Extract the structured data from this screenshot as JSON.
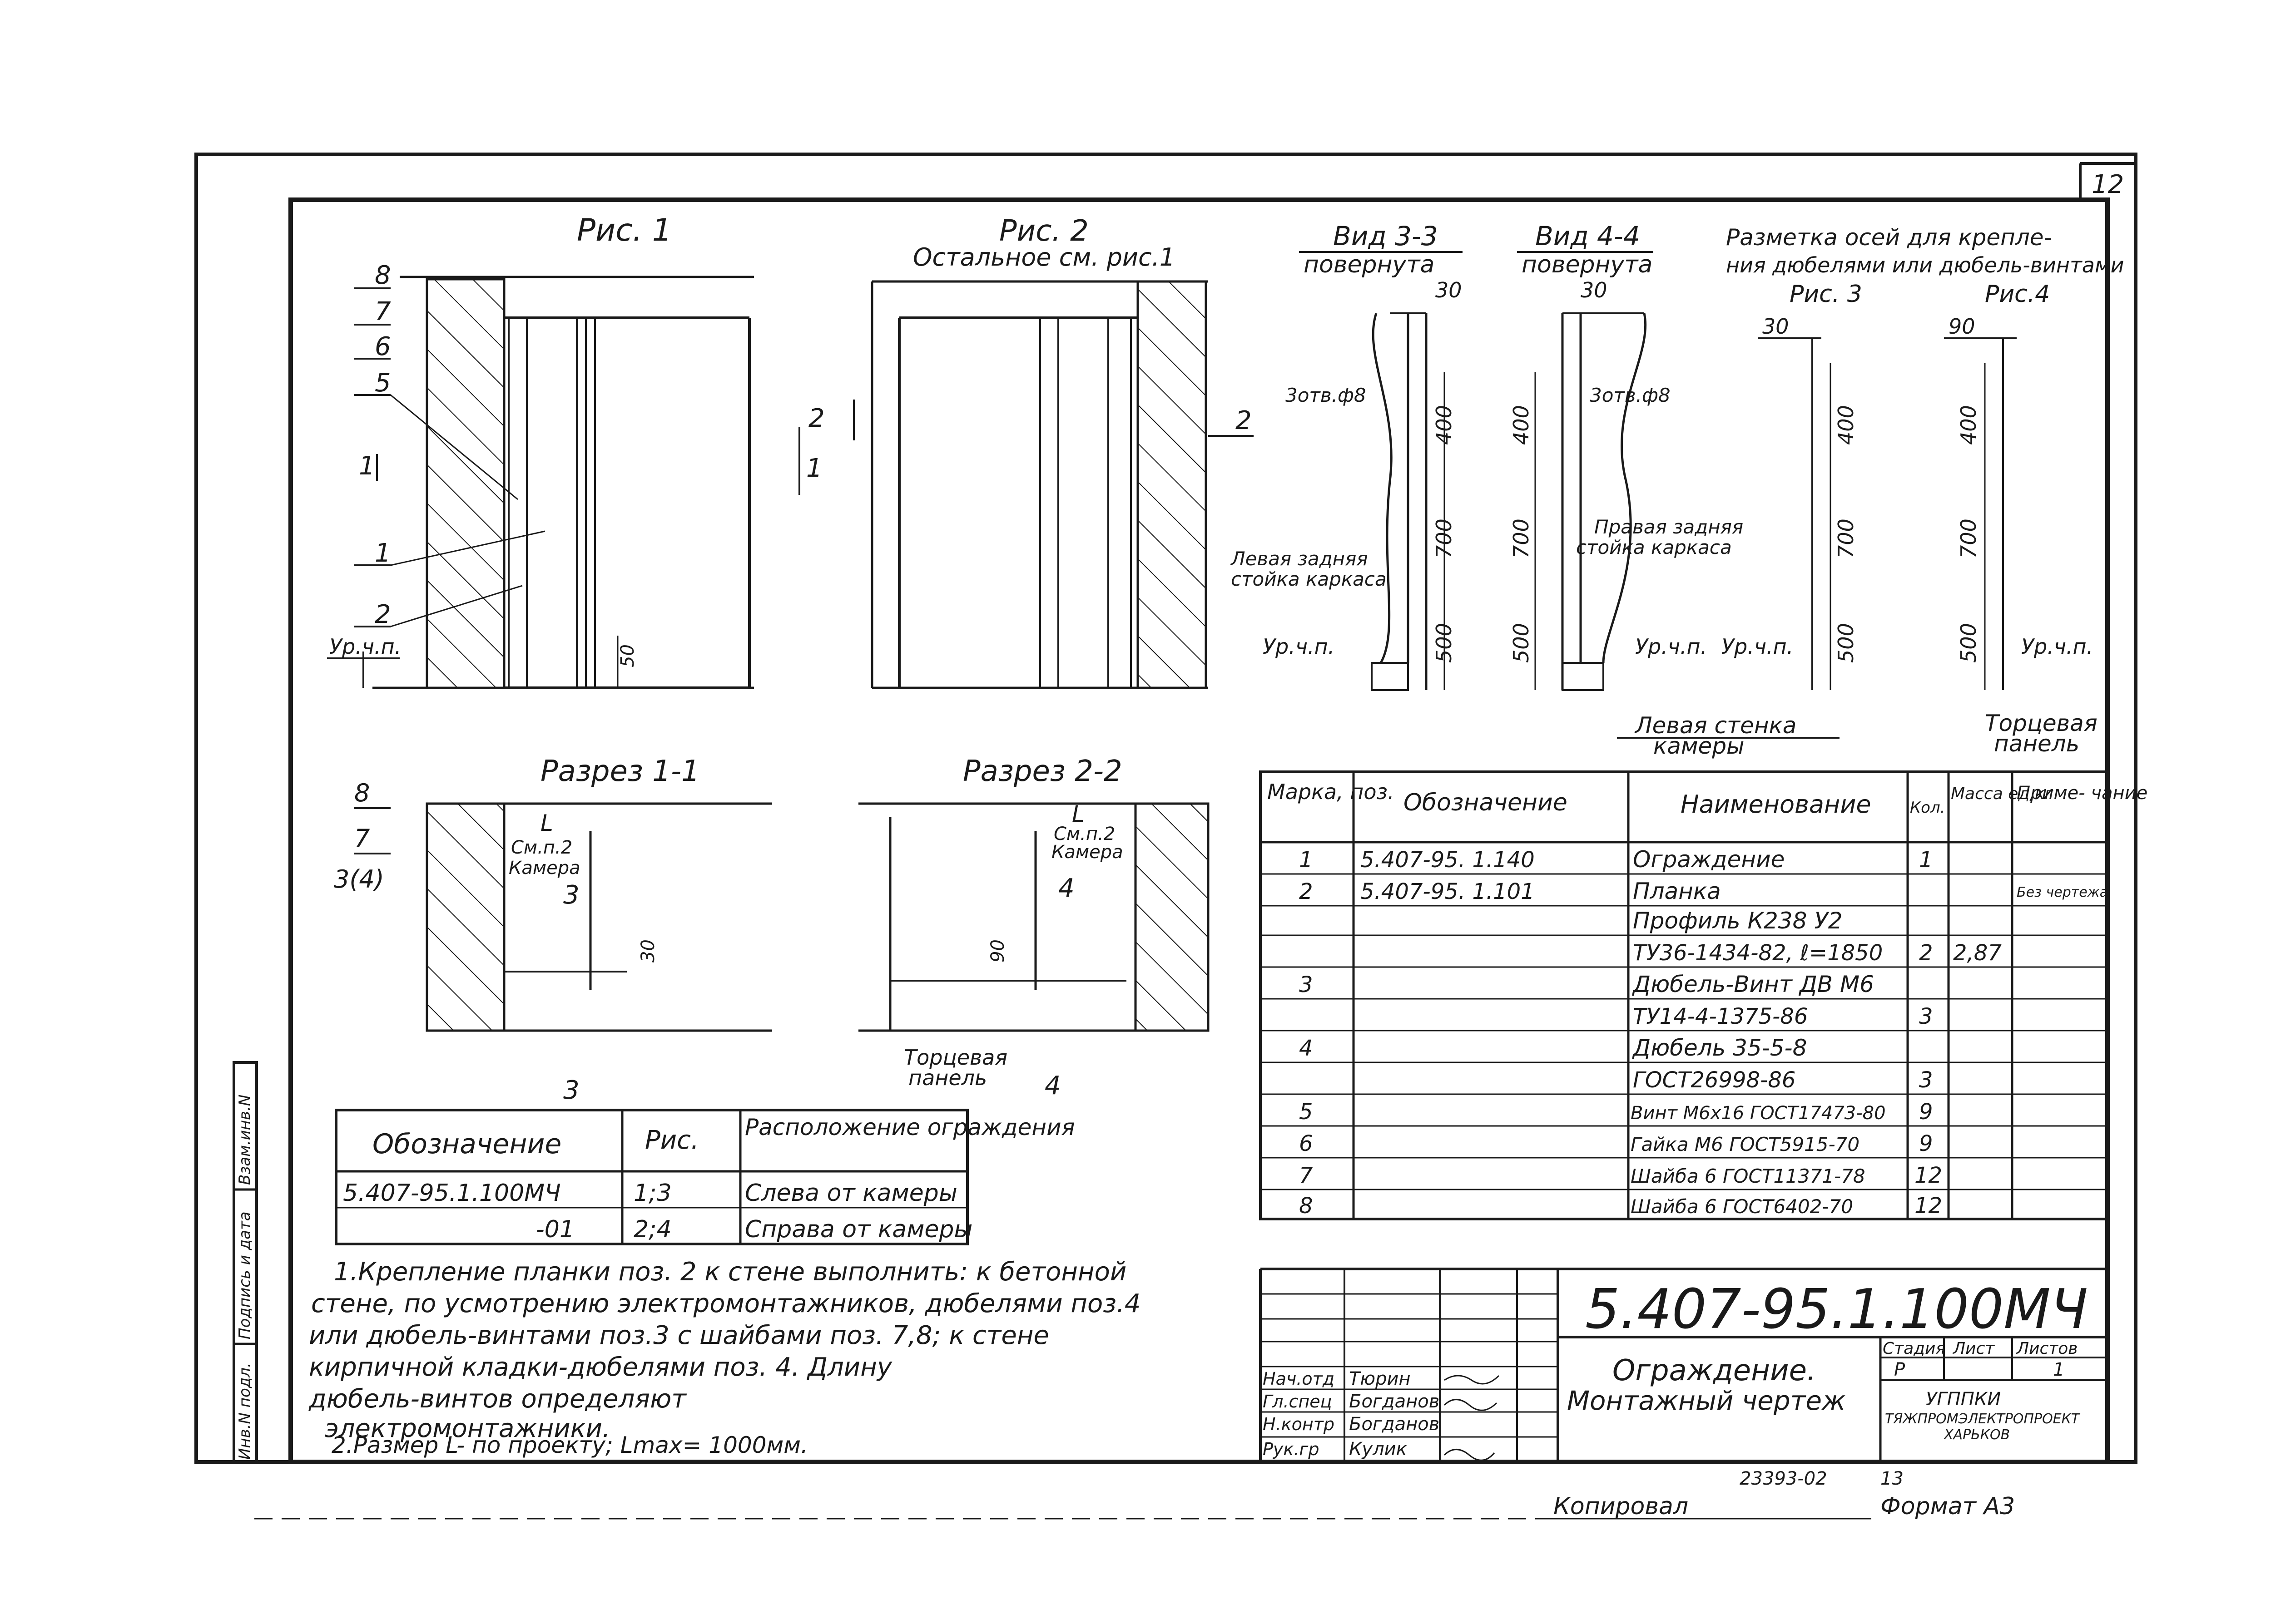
{
  "sheet_number": "12",
  "figures": {
    "fig1": {
      "title": "Рис. 1"
    },
    "fig2": {
      "title": "Рис. 2",
      "subtitle": "Остальное см. рис.1"
    },
    "view33": {
      "title": "Вид 3-3",
      "subtitle": "повернута"
    },
    "view44": {
      "title": "Вид 4-4",
      "subtitle": "повернута"
    },
    "markup": {
      "title_line1": "Разметка осей для крепле-",
      "title_line2": "ния дюбелями или дюбель-винтами"
    },
    "fig3": {
      "title": "Рис. 3"
    },
    "fig4": {
      "title": "Рис.4"
    },
    "sec11": {
      "title": "Разрез 1-1"
    },
    "sec22": {
      "title": "Разрез 2-2"
    }
  },
  "labels": {
    "positions": [
      "8",
      "7",
      "6",
      "5",
      "1",
      "2"
    ],
    "floor_level": "Ур.ч.п.",
    "dim_50": "50",
    "dim_30": "30",
    "dim_90": "90",
    "dim_400": "400",
    "dim_700": "700",
    "dim_500": "500",
    "holes_d8": "3отв.ф8",
    "left_post_line1": "Левая задняя",
    "left_post_line2": "стойка каркаса",
    "right_post_line1": "Правая задняя",
    "right_post_line2": "стойка каркаса",
    "left_wall_line1": "Левая стенка",
    "left_wall_line2": "камеры",
    "end_panel_line1": "Торцевая",
    "end_panel_line2": "панель",
    "cut_1": "1",
    "cut_2": "2",
    "cut_3": "3",
    "cut_4": "4",
    "sec_L": "L",
    "see_note_line1": "См.п.2",
    "see_note_line2": "Камера",
    "pos_3_4": "3(4)"
  },
  "spec_table": {
    "headers": [
      "Марка, поз.",
      "Обозначение",
      "Наименование",
      "Кол.",
      "Масса ед,кг",
      "Приме- чание"
    ],
    "rows": [
      [
        "1",
        "5.407-95. 1.140",
        "Ограждение",
        "1",
        "",
        ""
      ],
      [
        "2",
        "5.407-95. 1.101",
        "Планка",
        "",
        "",
        "Без чертежа"
      ],
      [
        "",
        "",
        "Профиль К238 У2",
        "",
        "",
        ""
      ],
      [
        "",
        "",
        "ТУ36-1434-82, ℓ=1850",
        "2",
        "2,87",
        ""
      ],
      [
        "3",
        "",
        "Дюбель-Винт ДВ М6",
        "",
        "",
        ""
      ],
      [
        "",
        "",
        "ТУ14-4-1375-86",
        "3",
        "",
        ""
      ],
      [
        "4",
        "",
        "Дюбель 35-5-8",
        "",
        "",
        ""
      ],
      [
        "",
        "",
        "ГОСТ26998-86",
        "3",
        "",
        ""
      ],
      [
        "5",
        "",
        "Винт М6х16 ГОСТ17473-80",
        "9",
        "",
        ""
      ],
      [
        "6",
        "",
        "Гайка М6 ГОСТ5915-70",
        "9",
        "",
        ""
      ],
      [
        "7",
        "",
        "Шайба 6 ГОСТ11371-78",
        "12",
        "",
        ""
      ],
      [
        "8",
        "",
        "Шайба 6 ГОСТ6402-70",
        "12",
        "",
        ""
      ]
    ]
  },
  "variants_table": {
    "headers": [
      "Обозначение",
      "Рис.",
      "Расположение ограждения"
    ],
    "rows": [
      [
        "5.407-95.1.100МЧ",
        "1;3",
        "Слева от камеры"
      ],
      [
        "-01",
        "2;4",
        "Справа от камеры"
      ]
    ]
  },
  "notes": [
    "1.Крепление планки поз. 2 к стене выполнить: к бетонной",
    "стене, по усмотрению электромонтажников, дюбелями поз.4",
    "или дюбель-винтами поз.3 с шайбами поз. 7,8; к стене",
    "кирпичной кладки-дюбелями поз. 4. Длину",
    "дюбель-винтов определяют",
    "электромонтажники.",
    "2.Размер L- по проекту; Lmax= 1000мм."
  ],
  "title_block": {
    "doc_code": "5.407-95.1.100МЧ",
    "name_line1": "Ограждение.",
    "name_line2": "Монтажный чертеж",
    "stage_header": "Стадия",
    "sheet_header": "Лист",
    "sheets_header": "Листов",
    "stage": "Р",
    "sheets": "1",
    "org_line1": "УГППКИ",
    "org_line2": "ТЯЖПРОМЭЛЕКТРОПРОЕКТ",
    "org_line3": "ХАРЬКОВ",
    "roles": [
      {
        "role": "Нач.отд",
        "name": "Тюрин"
      },
      {
        "role": "Гл.спец",
        "name": "Богданов"
      },
      {
        "role": "Н.контр",
        "name": "Богданов"
      },
      {
        "role": "Рук.гр",
        "name": "Кулик"
      }
    ]
  },
  "side_stamp": [
    "Взам.инв.N",
    "Подпись и дата",
    "Инв.N подл."
  ],
  "footer": {
    "archive_no": "23393-02",
    "page": "13",
    "copied_by": "Копировал",
    "format": "Формат А3"
  }
}
